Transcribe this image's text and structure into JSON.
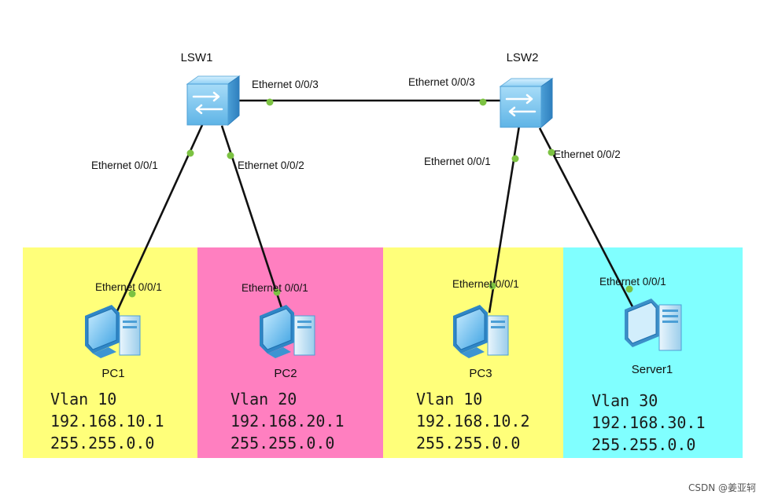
{
  "colors": {
    "vlan10_zone": "#FFFF7A",
    "vlan20_zone": "#FF7FC0",
    "vlan30_zone": "#80FFFF",
    "link": "#111111",
    "port_dot": "#7CC242",
    "switch_body": "#7FC8F0",
    "pc_body": "#5BB5EE"
  },
  "icons": {
    "switch": "switch-icon",
    "pc": "desktop-pc-icon",
    "server": "server-icon"
  },
  "switches": [
    {
      "id": "lsw1",
      "name": "LSW1"
    },
    {
      "id": "lsw2",
      "name": "LSW2"
    }
  ],
  "hosts": [
    {
      "id": "pc1",
      "name": "PC1",
      "port": "Ethernet 0/0/1",
      "vlan": "Vlan 10",
      "ip": "192.168.10.1",
      "mask": "255.255.0.0"
    },
    {
      "id": "pc2",
      "name": "PC2",
      "port": "Ethernet 0/0/1",
      "vlan": "Vlan 20",
      "ip": "192.168.20.1",
      "mask": "255.255.0.0"
    },
    {
      "id": "pc3",
      "name": "PC3",
      "port": "Ethernet 0/0/1",
      "vlan": "Vlan 10",
      "ip": "192.168.10.2",
      "mask": "255.255.0.0"
    },
    {
      "id": "server1",
      "name": "Server1",
      "port": "Ethernet 0/0/1",
      "vlan": "Vlan 30",
      "ip": "192.168.30.1",
      "mask": "255.255.0.0"
    }
  ],
  "links": [
    {
      "id": "lsw1-lsw2",
      "port_a": "Ethernet 0/0/3",
      "port_b": "Ethernet 0/0/3"
    },
    {
      "id": "lsw1-pc1",
      "port_a": "Ethernet 0/0/1"
    },
    {
      "id": "lsw1-pc2",
      "port_a": "Ethernet 0/0/2"
    },
    {
      "id": "lsw2-pc3",
      "port_a": "Ethernet 0/0/1"
    },
    {
      "id": "lsw2-server1",
      "port_a": "Ethernet 0/0/2"
    }
  ],
  "watermark": "CSDN @姜亚轲"
}
